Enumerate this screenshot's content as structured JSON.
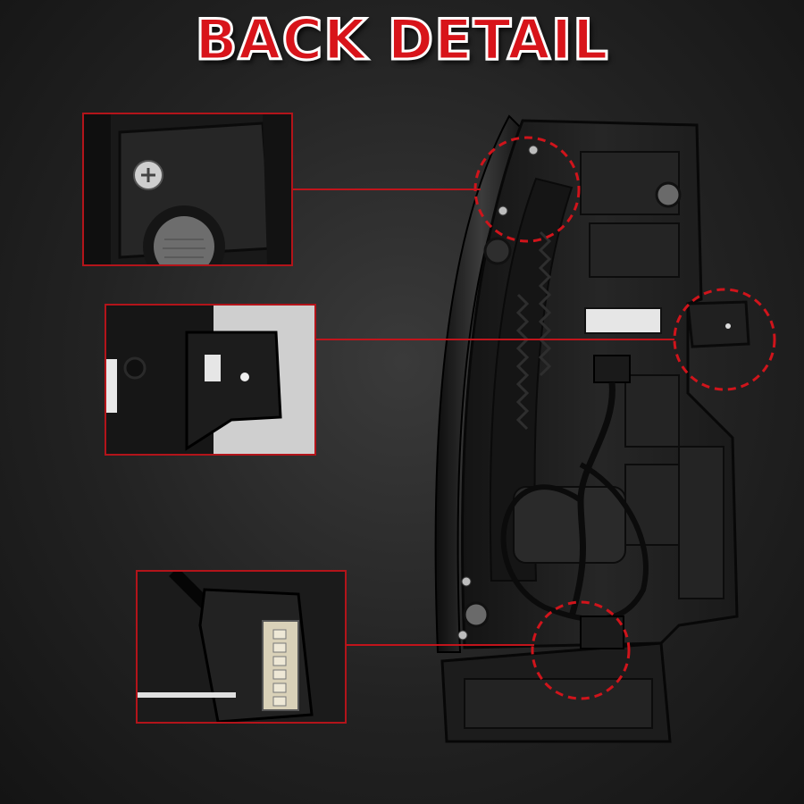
{
  "header": {
    "title": "BACK DETAIL"
  },
  "colors": {
    "accent_red": "#c1141b",
    "title_red": "#d8141a",
    "title_outline": "#ffffff",
    "background": "#222222",
    "housing": "#1f1f1f"
  },
  "insets": [
    {
      "label": "mounting-screw-closeup"
    },
    {
      "label": "mounting-bracket-closeup"
    },
    {
      "label": "wiring-connector-closeup"
    }
  ]
}
